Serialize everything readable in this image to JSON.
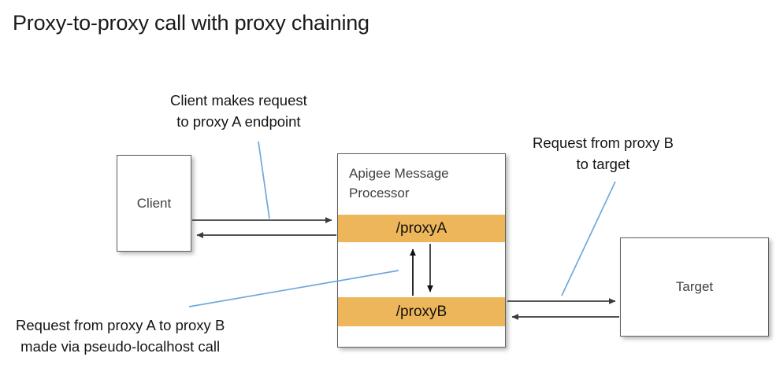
{
  "diagram": {
    "title": "Proxy-to-proxy call with proxy chaining",
    "colors": {
      "proxy_band": "#edb65a",
      "node_border": "#5f5f5f",
      "node_text": "#404040",
      "arrow": "#3b3b3b",
      "leader_line": "#6fa8dc",
      "title_text": "#1a1a1a",
      "background": "#ffffff"
    },
    "nodes": {
      "client": {
        "label": "Client"
      },
      "message_processor": {
        "title_line_1": "Apigee Message",
        "title_line_2": "Processor",
        "bands": [
          {
            "label": "/proxyA"
          },
          {
            "label": "/proxyB"
          }
        ]
      },
      "target": {
        "label": "Target"
      }
    },
    "callouts": [
      {
        "id": "client-request",
        "line_1": "Client makes request",
        "line_2": "to proxy A endpoint"
      },
      {
        "id": "proxyb-target",
        "line_1": "Request from proxy B",
        "line_2": "to target"
      },
      {
        "id": "proxy-chain",
        "line_1": "Request from proxy A to proxy B",
        "line_2": "made via pseudo-localhost call"
      }
    ],
    "connectors": [
      {
        "id": "client-to-proxya",
        "from": "client",
        "to": "/proxyA",
        "direction": "right"
      },
      {
        "id": "proxya-to-client",
        "from": "/proxyA",
        "to": "client",
        "direction": "left"
      },
      {
        "id": "proxyb-to-proxya",
        "from": "/proxyB",
        "to": "/proxyA",
        "direction": "up"
      },
      {
        "id": "proxya-to-proxyb",
        "from": "/proxyA",
        "to": "/proxyB",
        "direction": "down"
      },
      {
        "id": "proxyb-to-target",
        "from": "/proxyB",
        "to": "target",
        "direction": "right"
      },
      {
        "id": "target-to-proxyb",
        "from": "target",
        "to": "/proxyB",
        "direction": "left"
      }
    ]
  }
}
